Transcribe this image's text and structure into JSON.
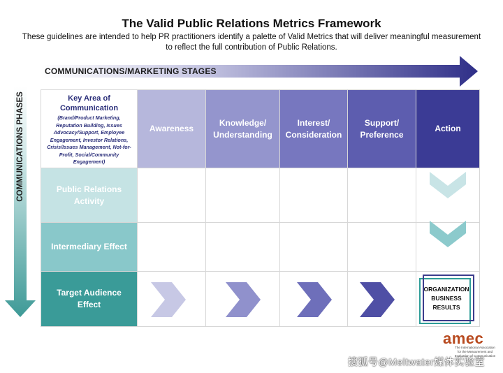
{
  "header": {
    "title": "The Valid Public Relations Metrics Framework",
    "subtitle": "These guidelines are intended to help PR practitioners identify a palette of Valid Metrics that will deliver meaningful measurement to reflect the full contribution of Public Relations."
  },
  "axes": {
    "horizontal_label": "COMMUNICATIONS/MARKETING STAGES",
    "vertical_label": "COMMUNICATIONS PHASES"
  },
  "key_area": {
    "title": "Key Area of Communication",
    "description": "(Brand/Product Marketing, Reputation Building, Issues Advocacy/Support, Employee Engagement, Investor Relations, Crisis/Issues Management, Not-for-Profit, Social/Community Engagement)"
  },
  "stages": [
    {
      "label": "Awareness",
      "color": "#b6b7dc"
    },
    {
      "label": "Knowledge/ Understanding",
      "color": "#9495cd"
    },
    {
      "label": "Interest/ Consideration",
      "color": "#7777bf"
    },
    {
      "label": "Support/ Preference",
      "color": "#5d5daf"
    },
    {
      "label": "Action",
      "color": "#3b3b95"
    }
  ],
  "phases": [
    {
      "label": "Public Relations Activity",
      "color": "#c5e3e4"
    },
    {
      "label": "Intermediary Effect",
      "color": "#89c8ca"
    },
    {
      "label": "Target Audience Effect",
      "color": "#3a9b98"
    }
  ],
  "target_result": "ORGANIZATION BUSINESS RESULTS",
  "colors": {
    "chevron_teal_light": "#c8e4e6",
    "chevron_teal_mid": "#8ccacc",
    "arrow_dark": "#2f2f88",
    "arrow_teal": "#3e9a97"
  },
  "logo": {
    "text": "amec",
    "subtext": "The International Association for the Measurement and Evaluation of Communication"
  },
  "watermark": "搜狐号@Meltwater媒体实验室"
}
